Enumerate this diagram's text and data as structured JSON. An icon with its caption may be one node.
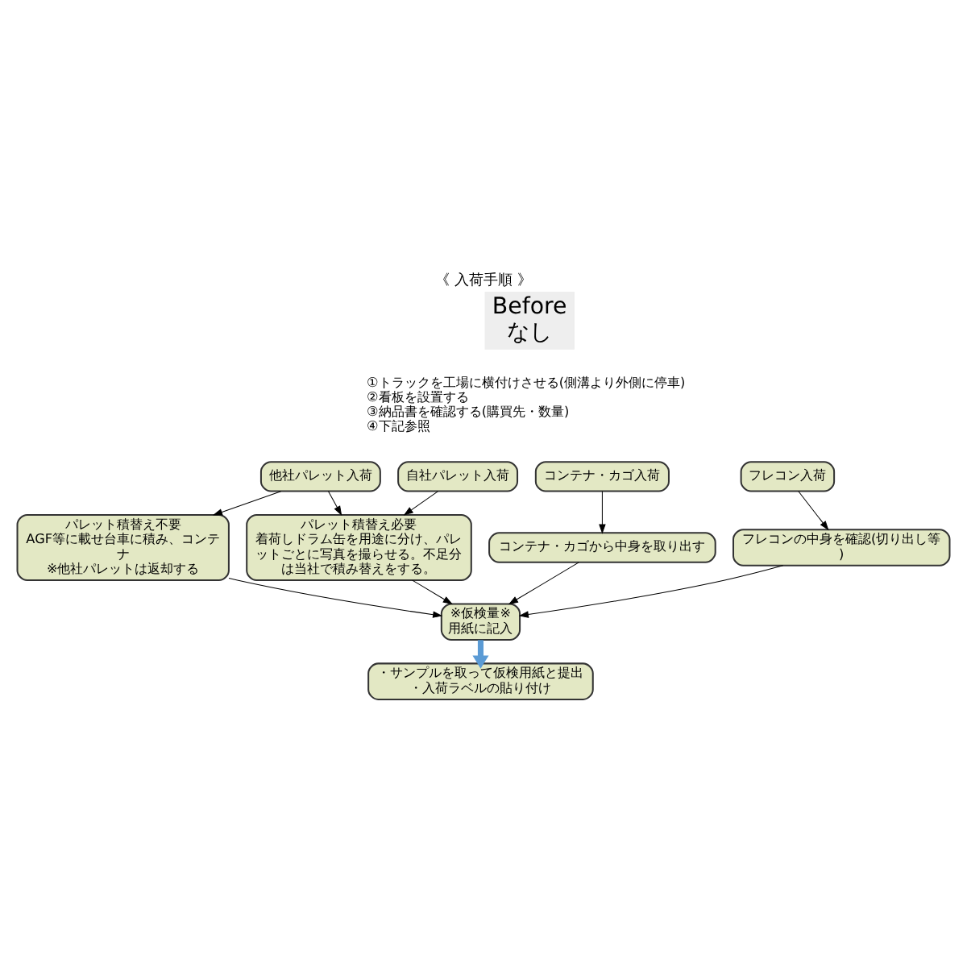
{
  "diagram": {
    "title": "《 入荷手順 》",
    "nodes": [
      {
        "text": [
          "Before",
          "なし"
        ]
      },
      {
        "text": [
          "他社パレット入荷"
        ]
      },
      {
        "text": [
          "自社パレット入荷"
        ]
      },
      {
        "text": [
          "コンテナ・カゴ入荷"
        ]
      },
      {
        "text": [
          "フレコン入荷"
        ]
      },
      {
        "text": [
          "パレット積替え不要",
          "AGF等に載せ台車に積み、コンテナ",
          "※他社パレットは返却する"
        ]
      },
      {
        "text": [
          "パレット積替え必要",
          "着荷しドラム缶を用途に分け、パレットごとに写真を撮らせる。不足分は当社で積み替えをする。"
        ]
      },
      {
        "text": [
          "コンテナ・カゴから中身を取り出す"
        ]
      },
      {
        "text": [
          "フレコンの中身を確認(切り出し等)"
        ]
      },
      {
        "text": [
          "※仮検量※",
          "用紙に記入"
        ]
      },
      {
        "text": [
          "・サンプルを取って仮検用紙と提出",
          "・入荷ラベルの貼り付け"
        ]
      }
    ],
    "edges": [
      {
        "from": 1,
        "to": 5,
        "arrow": "to"
      },
      {
        "from": 1,
        "to": 6,
        "arrow": "to"
      },
      {
        "from": 2,
        "to": 6,
        "arrow": "to"
      },
      {
        "from": 3,
        "to": 7,
        "arrow": "to"
      },
      {
        "from": 4,
        "to": 8,
        "arrow": "to"
      },
      {
        "from": 5,
        "to": 9,
        "arrow": "to"
      },
      {
        "from": 6,
        "to": 9,
        "arrow": "to"
      },
      {
        "from": 7,
        "to": 9,
        "arrow": "to"
      },
      {
        "from": 8,
        "to": 9,
        "arrow": "to"
      },
      {
        "from": 9,
        "to": 10,
        "arrow": "to",
        "style": "thick",
        "color": "#5b9bd5"
      }
    ],
    "labels": [
      "①トラックを工場に横付けさせる(側溝より外側に停車)",
      "②看板を設置する",
      "③納品書を確認する(購買先・数量)",
      "④下記参照"
    ]
  }
}
